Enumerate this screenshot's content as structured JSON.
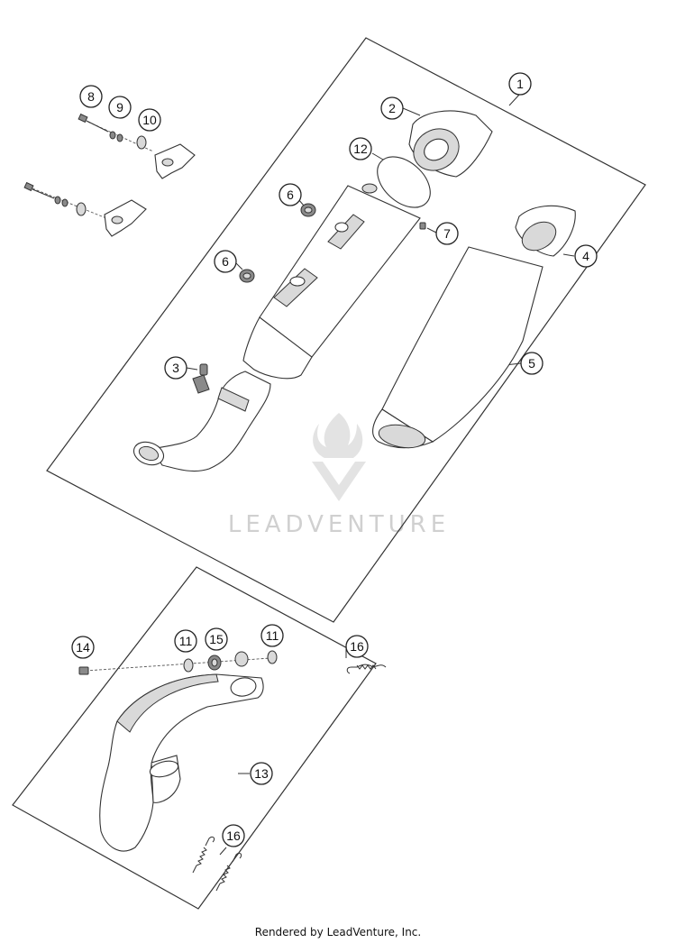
{
  "callouts": [
    {
      "id": "c1",
      "label": "1"
    },
    {
      "id": "c2",
      "label": "2"
    },
    {
      "id": "c3",
      "label": "3"
    },
    {
      "id": "c4",
      "label": "4"
    },
    {
      "id": "c5",
      "label": "5"
    },
    {
      "id": "c6a",
      "label": "6"
    },
    {
      "id": "c6b",
      "label": "6"
    },
    {
      "id": "c7",
      "label": "7"
    },
    {
      "id": "c8",
      "label": "8"
    },
    {
      "id": "c9",
      "label": "9"
    },
    {
      "id": "c10",
      "label": "10"
    },
    {
      "id": "c11a",
      "label": "11"
    },
    {
      "id": "c11b",
      "label": "11"
    },
    {
      "id": "c12",
      "label": "12"
    },
    {
      "id": "c13",
      "label": "13"
    },
    {
      "id": "c14",
      "label": "14"
    },
    {
      "id": "c15",
      "label": "15"
    },
    {
      "id": "c16a",
      "label": "16"
    },
    {
      "id": "c16b",
      "label": "16"
    }
  ],
  "watermark": {
    "text": "LEADVENTURE"
  },
  "footer": {
    "text": "Rendered by LeadVenture, Inc."
  }
}
